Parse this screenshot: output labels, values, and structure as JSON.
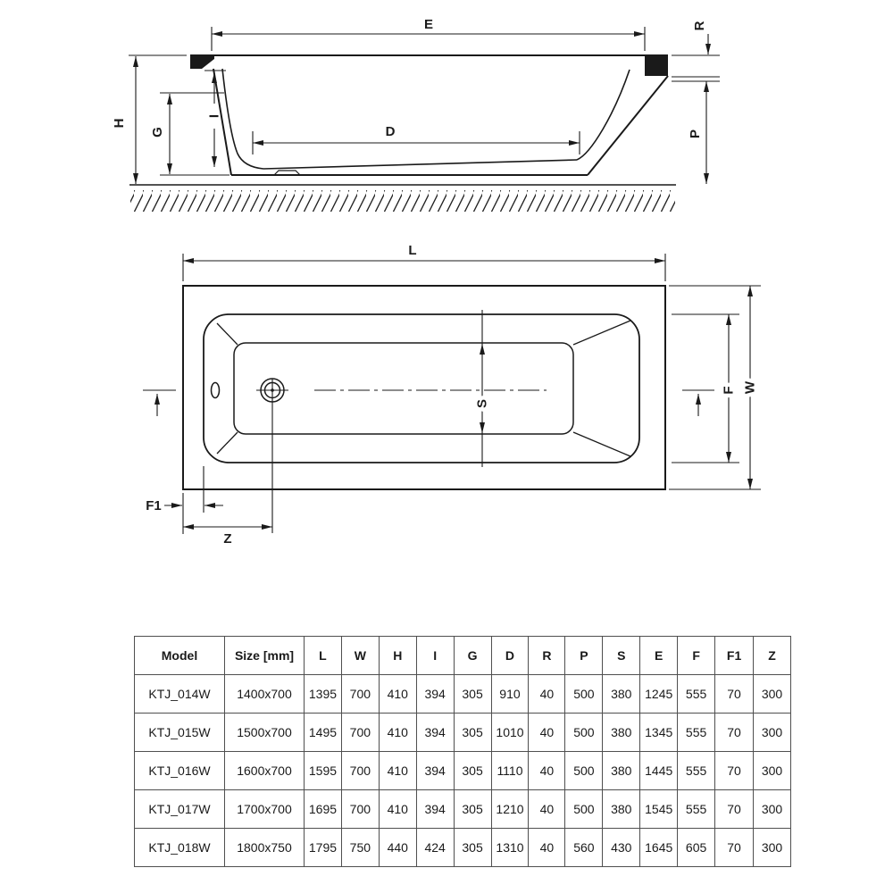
{
  "page": {
    "background": "#ffffff"
  },
  "diagram": {
    "side_view": {
      "labels": {
        "E": "E",
        "R": "R",
        "H": "H",
        "G": "G",
        "I": "I",
        "D": "D",
        "P": "P"
      }
    },
    "top_view": {
      "labels": {
        "L": "L",
        "W": "W",
        "S": "S",
        "F": "F",
        "F1": "F1",
        "Z": "Z"
      }
    }
  },
  "table": {
    "headers": [
      "Model",
      "Size [mm]",
      "L",
      "W",
      "H",
      "I",
      "G",
      "D",
      "R",
      "P",
      "S",
      "E",
      "F",
      "F1",
      "Z"
    ],
    "rows": [
      [
        "KTJ_014W",
        "1400x700",
        "1395",
        "700",
        "410",
        "394",
        "305",
        "910",
        "40",
        "500",
        "380",
        "1245",
        "555",
        "70",
        "300"
      ],
      [
        "KTJ_015W",
        "1500x700",
        "1495",
        "700",
        "410",
        "394",
        "305",
        "1010",
        "40",
        "500",
        "380",
        "1345",
        "555",
        "70",
        "300"
      ],
      [
        "KTJ_016W",
        "1600x700",
        "1595",
        "700",
        "410",
        "394",
        "305",
        "1110",
        "40",
        "500",
        "380",
        "1445",
        "555",
        "70",
        "300"
      ],
      [
        "KTJ_017W",
        "1700x700",
        "1695",
        "700",
        "410",
        "394",
        "305",
        "1210",
        "40",
        "500",
        "380",
        "1545",
        "555",
        "70",
        "300"
      ],
      [
        "KTJ_018W",
        "1800x750",
        "1795",
        "750",
        "440",
        "424",
        "305",
        "1310",
        "40",
        "560",
        "430",
        "1645",
        "605",
        "70",
        "300"
      ]
    ]
  },
  "colors": {
    "line": "#1a1a1a",
    "table_border": "#4f4f4f",
    "text": "#1a1a1a"
  }
}
